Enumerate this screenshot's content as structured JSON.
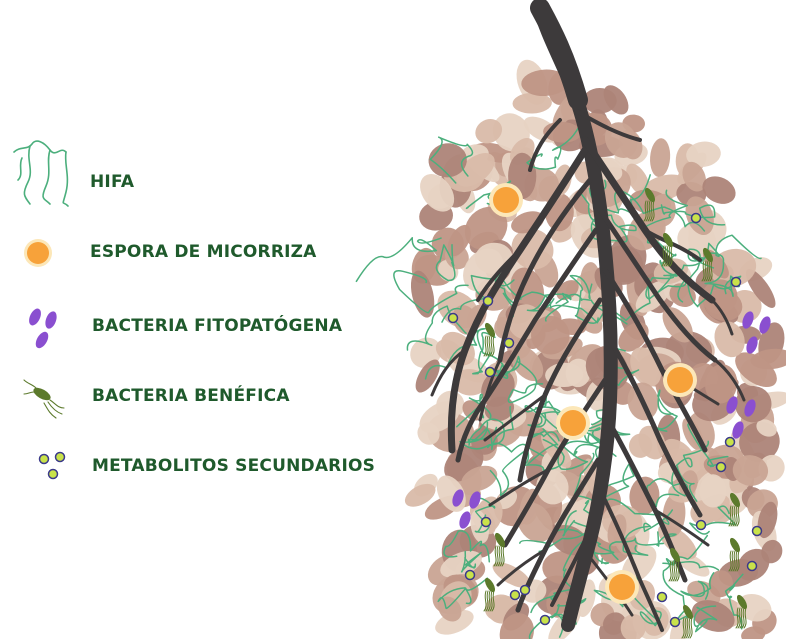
{
  "legend": {
    "items": [
      {
        "id": "hyphae",
        "label": "HIFA",
        "icon": "hyphae-icon"
      },
      {
        "id": "spore",
        "label": "ESPORA DE MICORRIZA",
        "icon": "orange-spore-icon"
      },
      {
        "id": "pathogen",
        "label": "BACTERIA FITOPATÓGENA",
        "icon": "purple-bacteria-icon"
      },
      {
        "id": "beneficial",
        "label": "BACTERIA BENÉFICA",
        "icon": "green-bacteria-icon"
      },
      {
        "id": "metabolites",
        "label": "METABOLITOS  SECUNDARIOS",
        "icon": "metabolite-dots-icon"
      }
    ]
  },
  "colors": {
    "label_text": "#1f5a2c",
    "root": "#3d3a3b",
    "hyphae": "#4caf7d",
    "spore_fill": "#f7a23a",
    "spore_ring": "#fce7b8",
    "pathogen": "#8a4fd0",
    "beneficial": "#5c7a2c",
    "metabolite_fill": "#c9e24a",
    "metabolite_ring": "#3b3a8a",
    "soil_light": "#e7d3c3",
    "soil_mid": "#c9a493",
    "soil_dark": "#ad8478"
  }
}
